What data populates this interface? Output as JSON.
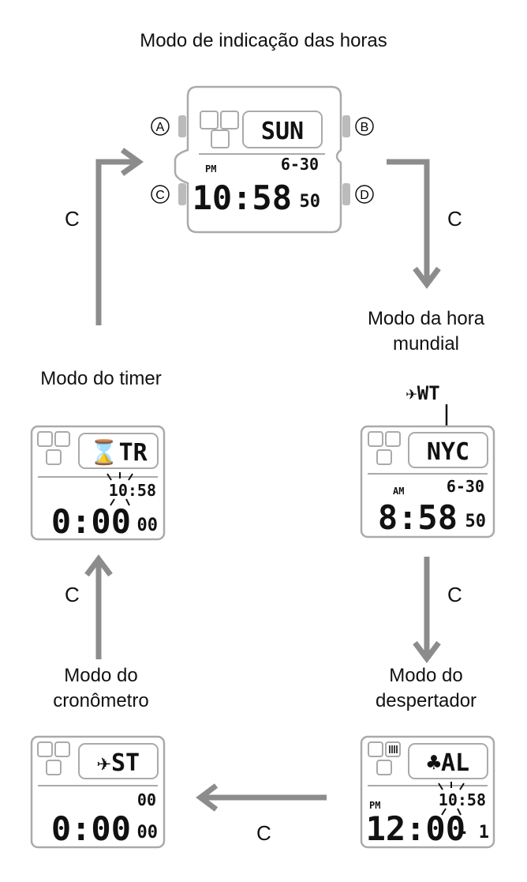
{
  "modes": {
    "timekeeping": {
      "label": "Modo de indicação das horas",
      "day": "SUN",
      "ampm": "PM",
      "date": "6-30",
      "time": "10:58",
      "seconds": "50",
      "buttons": {
        "a": "A",
        "b": "B",
        "c": "C",
        "d": "D"
      }
    },
    "world_time": {
      "label_line1": "Modo da hora",
      "label_line2": "mundial",
      "indicator": "✈WT",
      "city": "NYC",
      "ampm": "AM",
      "date": "6-30",
      "time": "8:58",
      "seconds": "50"
    },
    "alarm": {
      "label_line1": "Modo do",
      "label_line2": "despertador",
      "title": "♣AL",
      "ampm": "PM",
      "current_time": "10:58",
      "time": "12:00",
      "alarm_number": "- 1"
    },
    "stopwatch": {
      "label_line1": "Modo do",
      "label_line2": "cronômetro",
      "title": "✈ST",
      "split": "00",
      "time": "0:00",
      "fraction": "00"
    },
    "timer": {
      "label": "Modo do timer",
      "title": "⌛TR",
      "current_time": "10:58",
      "time": "0:00",
      "fraction": "00"
    }
  },
  "transitions": {
    "button": "C"
  },
  "colors": {
    "arrow": "#8c8c8c",
    "frame": "#aaaaaa"
  }
}
